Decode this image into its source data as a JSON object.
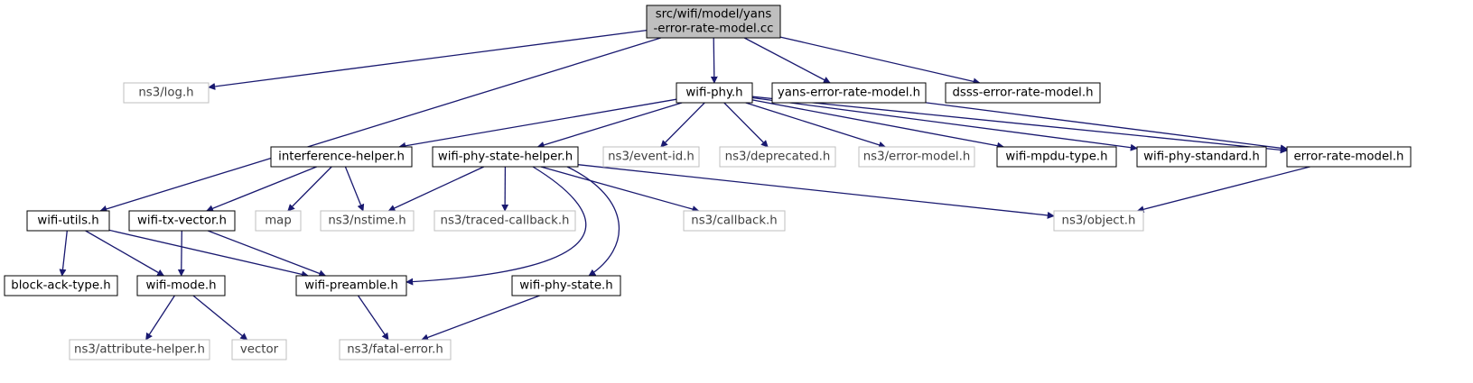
{
  "colors": {
    "edge": "#191970",
    "border_internal": "#000000",
    "border_external": "#bfbfbf",
    "text_internal": "#000000",
    "text_external": "#404040",
    "root_fill": "#bfbfbf",
    "node_fill": "#ffffff"
  },
  "nodes": [
    {
      "id": "root",
      "label": [
        "src/wifi/model/yans",
        "-error-rate-model.cc"
      ],
      "kind": "root"
    },
    {
      "id": "log",
      "label": [
        "ns3/log.h"
      ],
      "kind": "external"
    },
    {
      "id": "wifiphy",
      "label": [
        "wifi-phy.h"
      ],
      "kind": "internal"
    },
    {
      "id": "yans",
      "label": [
        "yans-error-rate-model.h"
      ],
      "kind": "internal"
    },
    {
      "id": "dsss",
      "label": [
        "dsss-error-rate-model.h"
      ],
      "kind": "internal"
    },
    {
      "id": "interf",
      "label": [
        "interference-helper.h"
      ],
      "kind": "internal"
    },
    {
      "id": "statehelper",
      "label": [
        "wifi-phy-state-helper.h"
      ],
      "kind": "internal"
    },
    {
      "id": "eventid",
      "label": [
        "ns3/event-id.h"
      ],
      "kind": "external"
    },
    {
      "id": "deprecated",
      "label": [
        "ns3/deprecated.h"
      ],
      "kind": "external"
    },
    {
      "id": "errormodel",
      "label": [
        "ns3/error-model.h"
      ],
      "kind": "external"
    },
    {
      "id": "mpdutype",
      "label": [
        "wifi-mpdu-type.h"
      ],
      "kind": "internal"
    },
    {
      "id": "phystandard",
      "label": [
        "wifi-phy-standard.h"
      ],
      "kind": "internal"
    },
    {
      "id": "errorrate",
      "label": [
        "error-rate-model.h"
      ],
      "kind": "internal"
    },
    {
      "id": "utils",
      "label": [
        "wifi-utils.h"
      ],
      "kind": "internal"
    },
    {
      "id": "txvector",
      "label": [
        "wifi-tx-vector.h"
      ],
      "kind": "internal"
    },
    {
      "id": "map",
      "label": [
        "map"
      ],
      "kind": "external"
    },
    {
      "id": "nstime",
      "label": [
        "ns3/nstime.h"
      ],
      "kind": "external"
    },
    {
      "id": "traced",
      "label": [
        "ns3/traced-callback.h"
      ],
      "kind": "external"
    },
    {
      "id": "callback",
      "label": [
        "ns3/callback.h"
      ],
      "kind": "external"
    },
    {
      "id": "object",
      "label": [
        "ns3/object.h"
      ],
      "kind": "external"
    },
    {
      "id": "blockack",
      "label": [
        "block-ack-type.h"
      ],
      "kind": "internal"
    },
    {
      "id": "mode",
      "label": [
        "wifi-mode.h"
      ],
      "kind": "internal"
    },
    {
      "id": "preamble",
      "label": [
        "wifi-preamble.h"
      ],
      "kind": "internal"
    },
    {
      "id": "phystate",
      "label": [
        "wifi-phy-state.h"
      ],
      "kind": "internal"
    },
    {
      "id": "attrhelper",
      "label": [
        "ns3/attribute-helper.h"
      ],
      "kind": "external"
    },
    {
      "id": "vector",
      "label": [
        "vector"
      ],
      "kind": "external"
    },
    {
      "id": "fatal",
      "label": [
        "ns3/fatal-error.h"
      ],
      "kind": "external"
    }
  ],
  "edges": [
    [
      "root",
      "log"
    ],
    [
      "root",
      "wifiphy"
    ],
    [
      "root",
      "yans"
    ],
    [
      "root",
      "dsss"
    ],
    [
      "root",
      "utils"
    ],
    [
      "wifiphy",
      "interf"
    ],
    [
      "wifiphy",
      "statehelper"
    ],
    [
      "wifiphy",
      "eventid"
    ],
    [
      "wifiphy",
      "deprecated"
    ],
    [
      "wifiphy",
      "errormodel"
    ],
    [
      "wifiphy",
      "mpdutype"
    ],
    [
      "wifiphy",
      "phystandard"
    ],
    [
      "wifiphy",
      "errorrate"
    ],
    [
      "yans",
      "errorrate"
    ],
    [
      "interf",
      "txvector"
    ],
    [
      "interf",
      "map"
    ],
    [
      "interf",
      "nstime"
    ],
    [
      "statehelper",
      "nstime"
    ],
    [
      "statehelper",
      "traced"
    ],
    [
      "statehelper",
      "callback"
    ],
    [
      "statehelper",
      "object"
    ],
    [
      "statehelper",
      "preamble"
    ],
    [
      "statehelper",
      "phystate"
    ],
    [
      "errorrate",
      "object"
    ],
    [
      "utils",
      "blockack"
    ],
    [
      "utils",
      "mode"
    ],
    [
      "utils",
      "preamble"
    ],
    [
      "txvector",
      "mode"
    ],
    [
      "txvector",
      "preamble"
    ],
    [
      "mode",
      "attrhelper"
    ],
    [
      "mode",
      "vector"
    ],
    [
      "preamble",
      "fatal"
    ],
    [
      "phystate",
      "fatal"
    ]
  ]
}
